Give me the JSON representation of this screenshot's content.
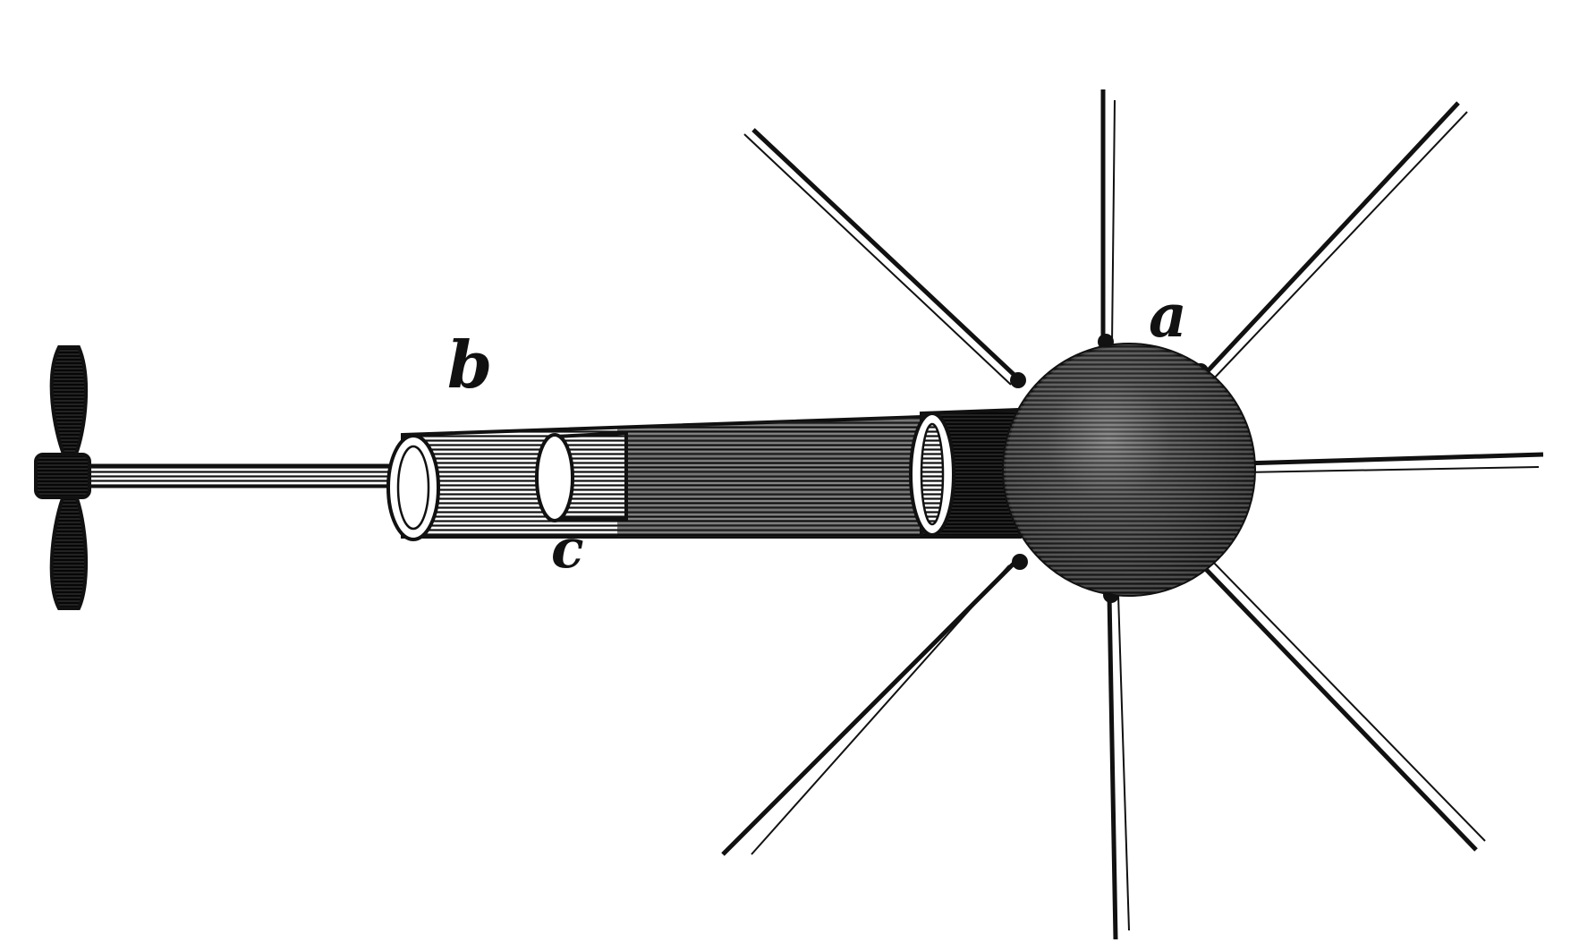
{
  "figure": {
    "labels": {
      "a": "a",
      "b": "b",
      "c": "c"
    },
    "ink_color": "#111111",
    "paper_color": "#ffffff"
  }
}
